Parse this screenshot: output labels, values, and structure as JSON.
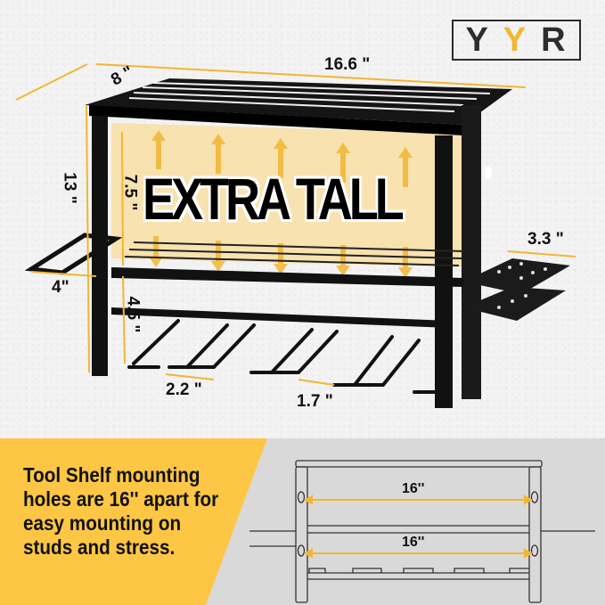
{
  "brand": {
    "logo_letters": [
      "Y",
      "Y",
      "R"
    ],
    "accent_letter_index": 1,
    "colors": {
      "logo_dark": "#2d2d2d",
      "logo_accent": "#f2b632"
    }
  },
  "product_image": {
    "headline": "EXTRA TALL",
    "dimensions": {
      "depth": "8 \"",
      "width": "16.6 \"",
      "total_height": "13 \"",
      "shelf_gap_height": "7.5 \"",
      "lower_gap_height": "4.5 \"",
      "side_hanger_width": "4\"",
      "side_bit_holder_width": "3.3 \"",
      "slot_width": "2.2 \"",
      "slot_spacing": "1.7 \""
    },
    "colors": {
      "dimension_line": "#f2b632",
      "highlight_fill": "#f7e0a8",
      "frame": "#111111"
    }
  },
  "bottom_banner": {
    "text": "Tool Shelf mounting holes are 16'' apart for easy mounting on studs and stress.",
    "diagram": {
      "upper_spacing": "16''",
      "lower_spacing": "16''"
    },
    "colors": {
      "yellow_panel": "#fdc644",
      "gray_panel": "#d9d9d9",
      "arrow": "#f2b632"
    }
  }
}
